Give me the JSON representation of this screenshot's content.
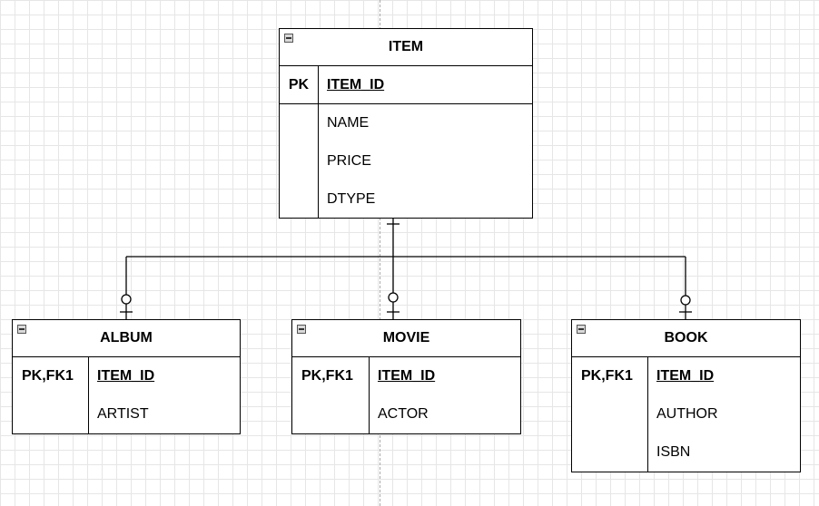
{
  "entities": {
    "item": {
      "name": "ITEM",
      "key_label": "PK",
      "primary_key": "ITEM_ID",
      "attributes": [
        "NAME",
        "PRICE",
        "DTYPE"
      ]
    },
    "album": {
      "name": "ALBUM",
      "key_label": "PK,FK1",
      "primary_key": "ITEM_ID",
      "attributes": [
        "ARTIST"
      ]
    },
    "movie": {
      "name": "MOVIE",
      "key_label": "PK,FK1",
      "primary_key": "ITEM_ID",
      "attributes": [
        "ACTOR"
      ]
    },
    "book": {
      "name": "BOOK",
      "key_label": "PK,FK1",
      "primary_key": "ITEM_ID",
      "attributes": [
        "AUTHOR",
        "ISBN"
      ]
    }
  },
  "relationships": [
    {
      "from": "ITEM",
      "to": "ALBUM",
      "source_cardinality": "one",
      "target_cardinality": "zero-or-one"
    },
    {
      "from": "ITEM",
      "to": "MOVIE",
      "source_cardinality": "one",
      "target_cardinality": "zero-or-one"
    },
    {
      "from": "ITEM",
      "to": "BOOK",
      "source_cardinality": "one",
      "target_cardinality": "zero-or-one"
    }
  ]
}
